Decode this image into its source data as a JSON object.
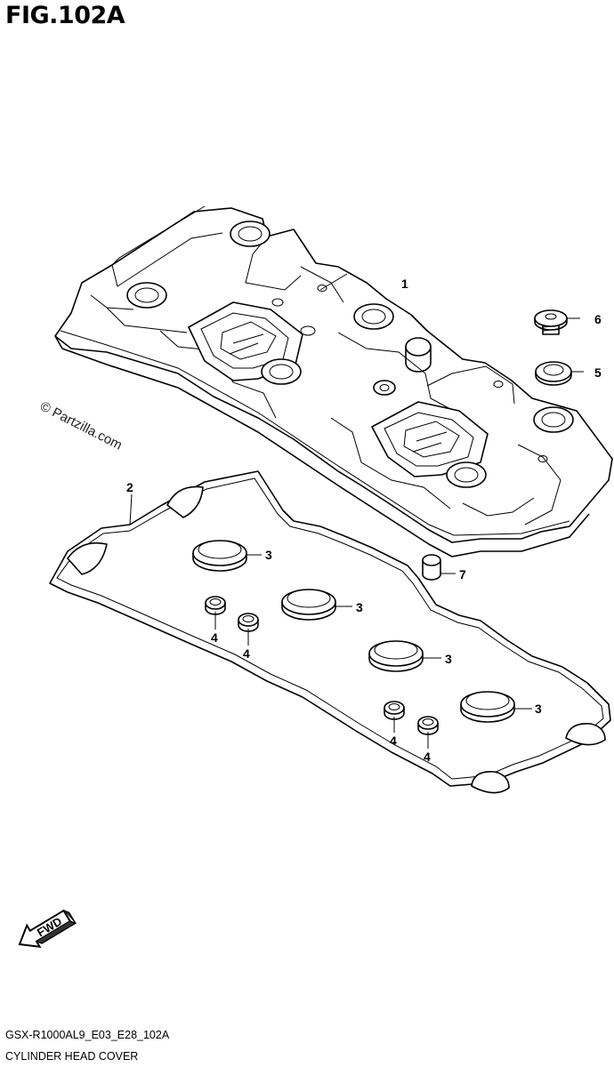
{
  "figure": {
    "title": "FIG.102A",
    "model_code": "GSX-R1000AL9_E03_E28_102A",
    "caption": "CYLINDER HEAD COVER",
    "watermark": "© Partzilla.com",
    "direction_marker": "FWD"
  },
  "callouts": [
    {
      "id": "c1",
      "number": "1"
    },
    {
      "id": "c2",
      "number": "2"
    },
    {
      "id": "c3a",
      "number": "3"
    },
    {
      "id": "c3b",
      "number": "3"
    },
    {
      "id": "c3c",
      "number": "3"
    },
    {
      "id": "c3d",
      "number": "3"
    },
    {
      "id": "c4a",
      "number": "4"
    },
    {
      "id": "c4b",
      "number": "4"
    },
    {
      "id": "c4c",
      "number": "4"
    },
    {
      "id": "c4d",
      "number": "4"
    },
    {
      "id": "c5",
      "number": "5"
    },
    {
      "id": "c6",
      "number": "6"
    },
    {
      "id": "c7",
      "number": "7"
    }
  ]
}
